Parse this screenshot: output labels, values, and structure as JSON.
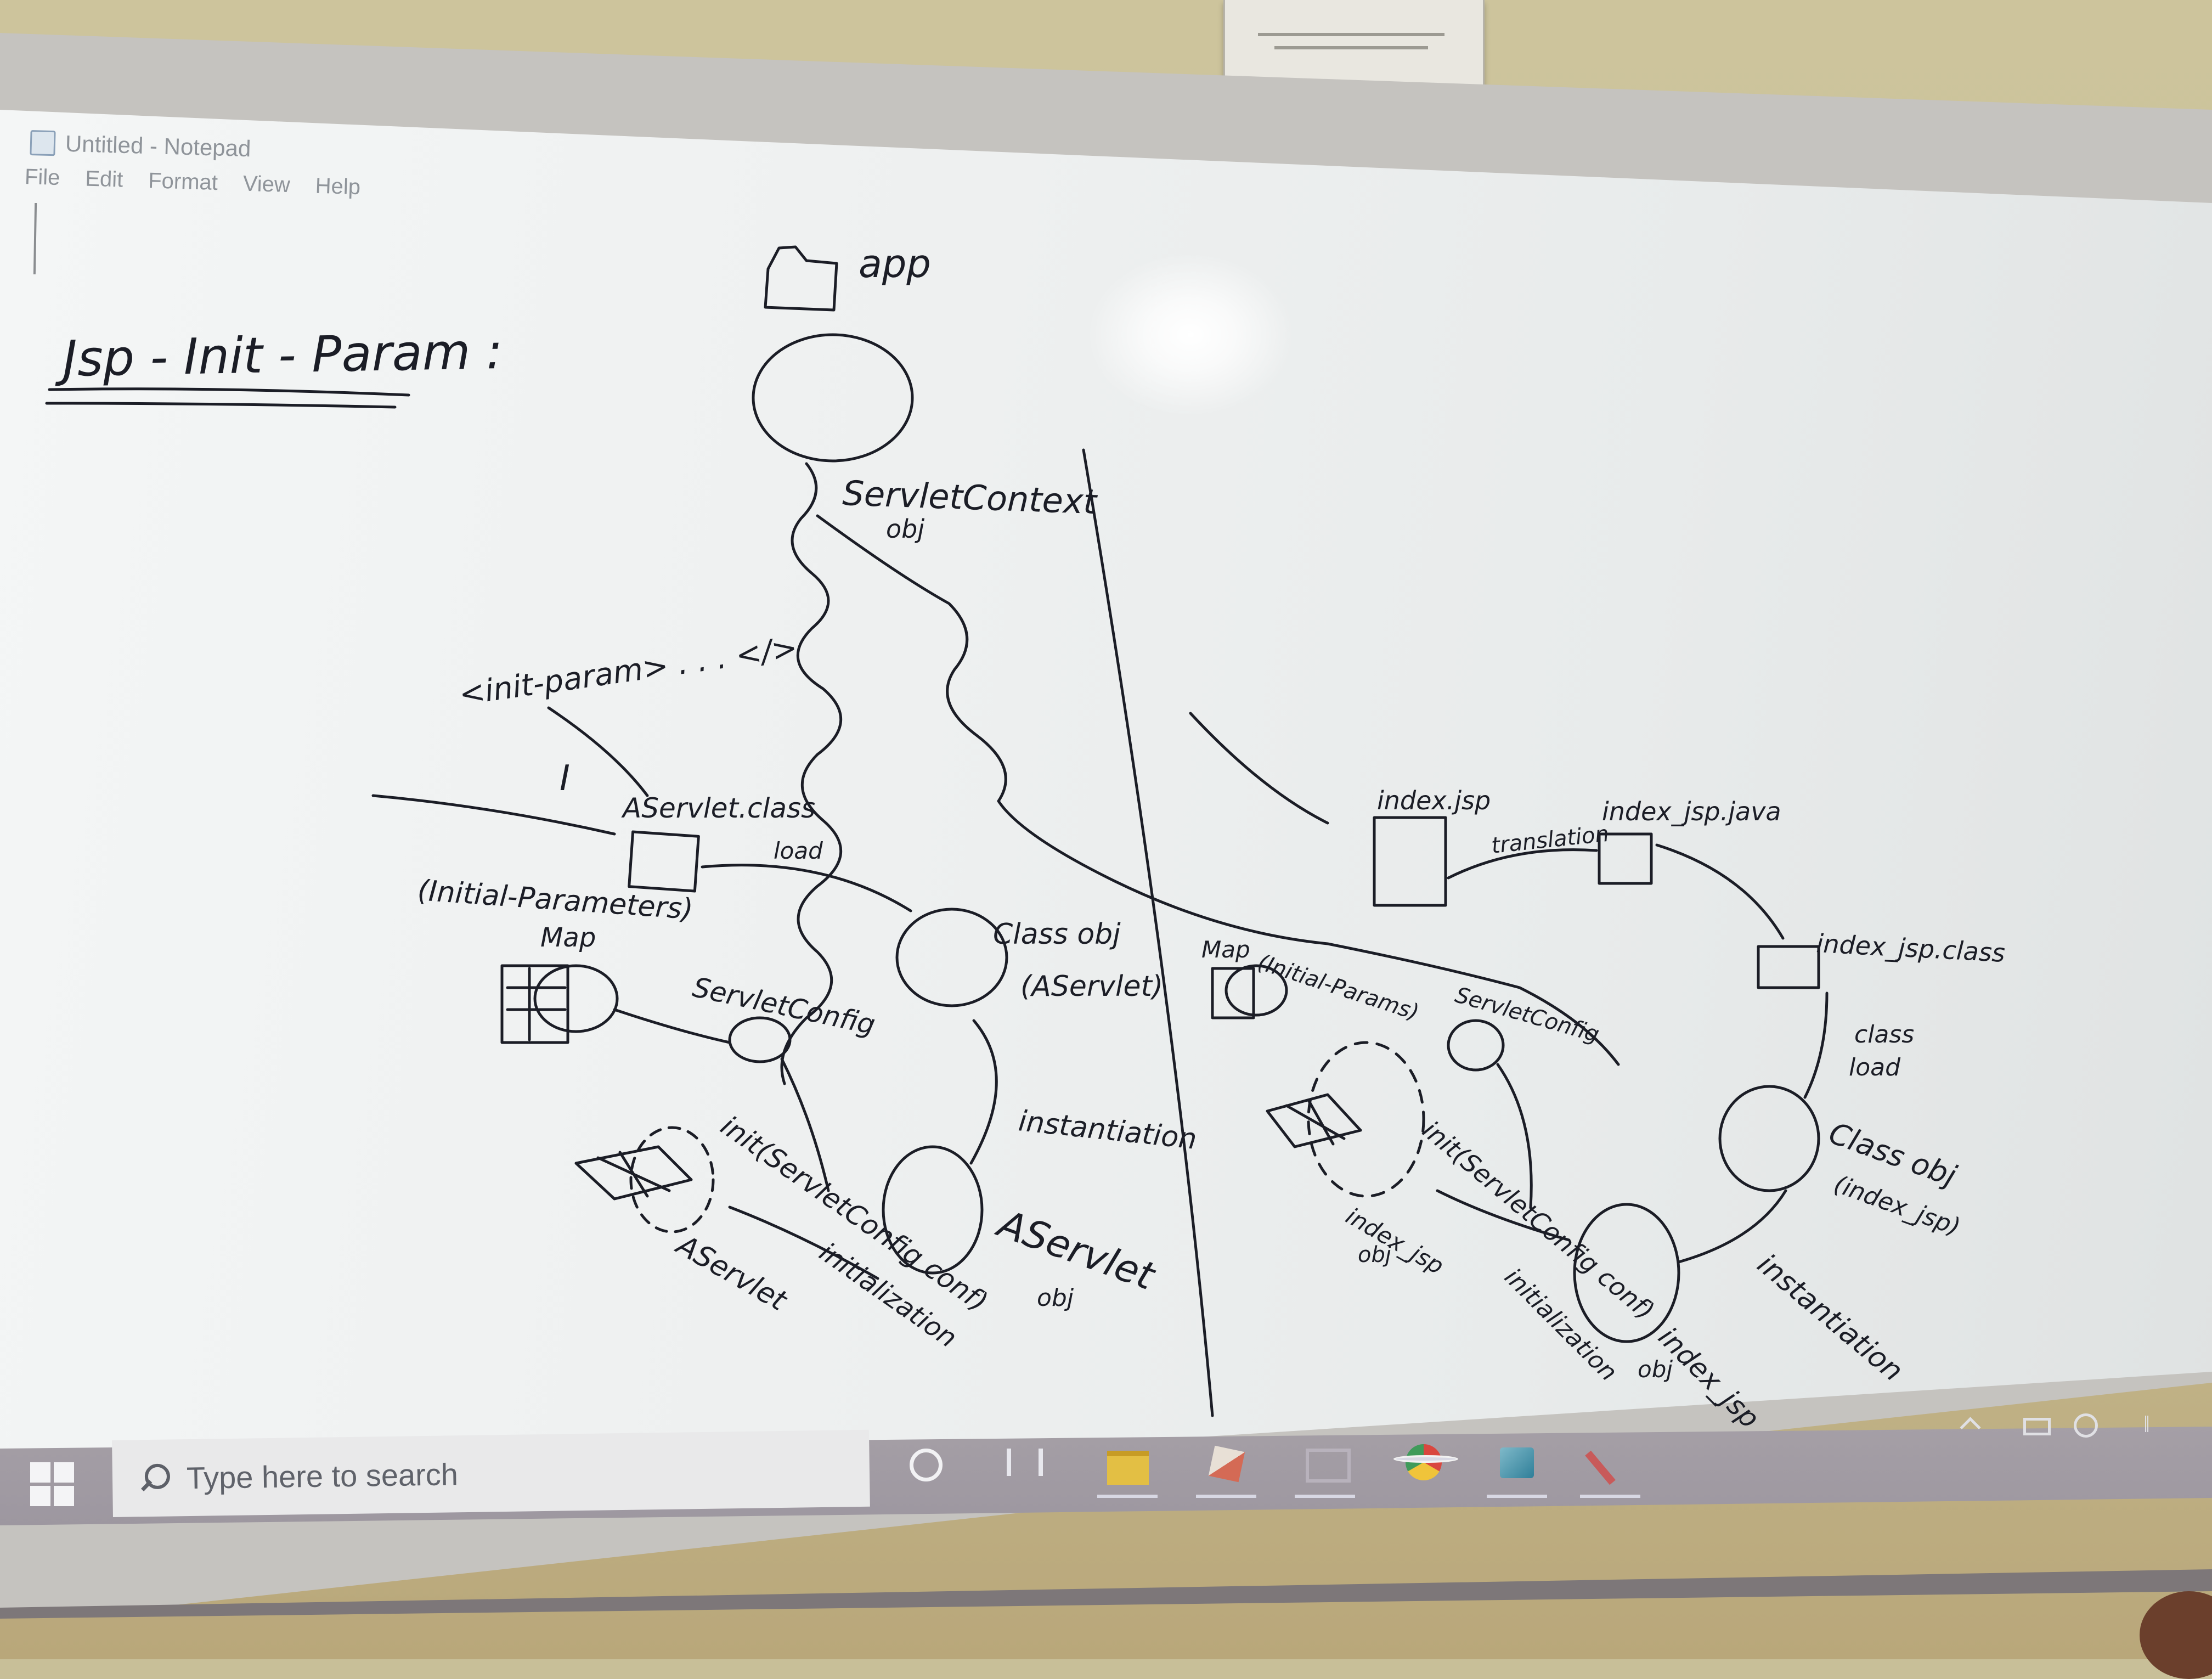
{
  "notepad": {
    "title": "Untitled - Notepad",
    "menu": [
      "File",
      "Edit",
      "Format",
      "View",
      "Help"
    ]
  },
  "whiteboard": {
    "heading": "Jsp - Init - Param :",
    "left_diagram": {
      "app_label": "app",
      "servlet_context": "ServletContext",
      "servlet_context_obj": "obj",
      "init_param_tag": "<init-param> . . . </>",
      "cursor_glyph": "I",
      "class_file": "AServlet.class",
      "load_label": "load",
      "initial_parameters": "(Initial-Parameters)",
      "map_label": "Map",
      "servlet_config": "ServletConfig",
      "class_obj": "Class obj",
      "class_obj_name": "(AServlet)",
      "instantiation": "instantiation",
      "init_call": "init(ServletConfig conf)",
      "initialization": "initialization",
      "aservlet_obj": "AServlet",
      "aservlet_obj_sub": "obj",
      "aservlet_label": "AServlet"
    },
    "right_diagram": {
      "index_jsp": "index.jsp",
      "translation": "translation",
      "index_jsp_java": "index_jsp.java",
      "index_jsp_class": "index_jsp.class",
      "class_load_1": "class",
      "class_load_2": "load",
      "class_obj": "Class obj",
      "class_obj_name": "(index_jsp)",
      "map_label": "Map",
      "initial_params": "(Initial-Params)",
      "servlet_config": "ServletConfig",
      "init_call": "init(ServletConfig conf)",
      "initialization": "initialization",
      "index_jsp_obj_a": "index_jsp",
      "index_jsp_obj_b": "obj",
      "instantiation": "instantiation",
      "index_jsp_obj_right_a": "index_jsp",
      "index_jsp_obj_right_b": "obj"
    }
  },
  "taskbar": {
    "search_placeholder": "Type here to search",
    "pinned": [
      "cortana-icon",
      "task-view-icon",
      "file-explorer-icon",
      "paint-icon",
      "window-icon",
      "chrome-icon",
      "app-icon",
      "app-icon"
    ],
    "tray": [
      "chevron-up-icon",
      "battery-icon",
      "network-icon",
      "volume-icon"
    ]
  },
  "colors": {
    "ink": "#1b1d26",
    "board": "#eef0f0",
    "taskbar": "#a19ba3",
    "wall": "#c9c096"
  }
}
